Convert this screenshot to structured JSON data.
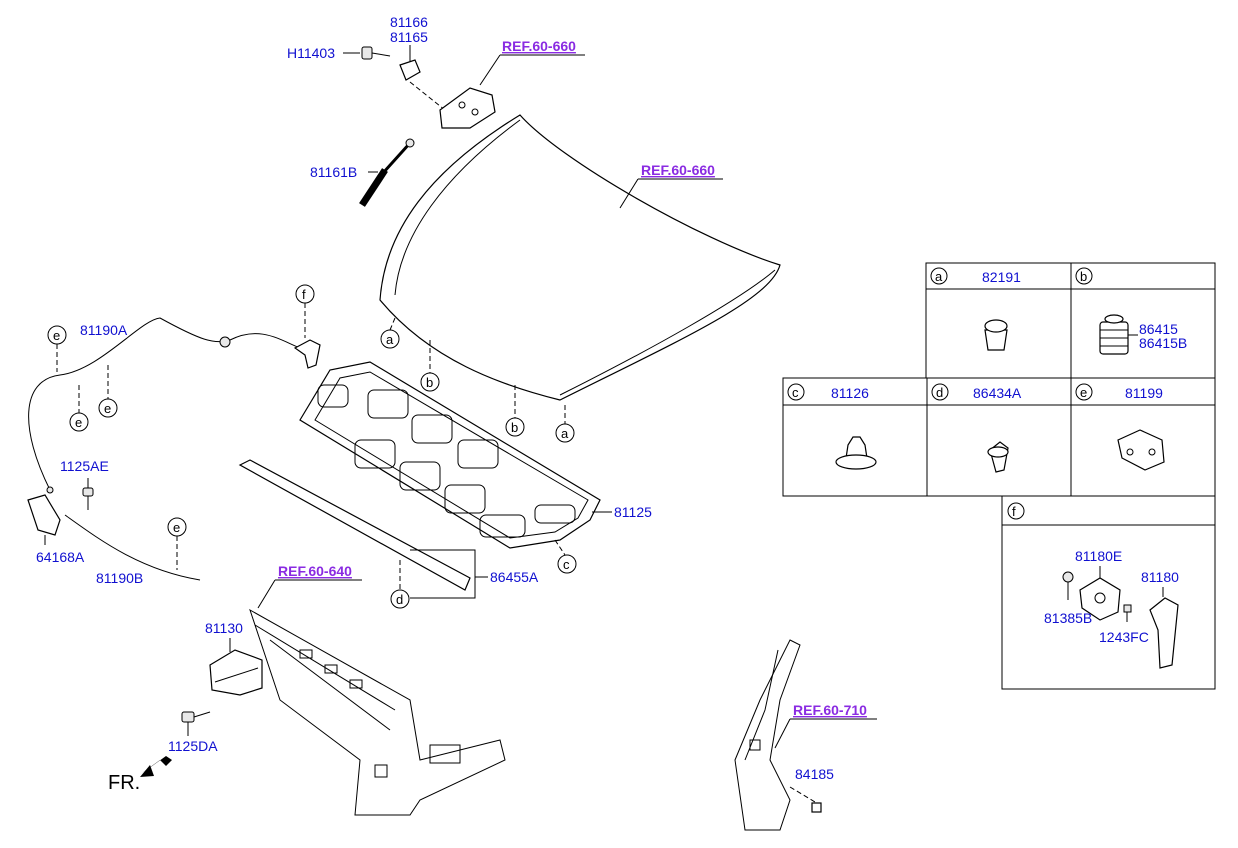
{
  "refs": {
    "hinge_top": "REF.60-660",
    "hood": "REF.60-660",
    "radiator": "REF.60-640",
    "pillar": "REF.60-710"
  },
  "parts": {
    "p81166": "81166",
    "p81165": "81165",
    "pH11403": "H11403",
    "p81161B": "81161B",
    "p81190A": "81190A",
    "p1125AE": "1125AE",
    "p64168A": "64168A",
    "p81190B": "81190B",
    "p81125": "81125",
    "p86455A": "86455A",
    "p81130": "81130",
    "p1125DA": "1125DA",
    "p84185": "84185"
  },
  "callouts": {
    "a": "a",
    "b": "b",
    "c": "c",
    "d": "d",
    "e": "e",
    "f": "f"
  },
  "front_label": "FR.",
  "table": {
    "a_letter": "a",
    "a_part": "82191",
    "b_letter": "b",
    "b_part1": "86415",
    "b_part2": "86415B",
    "c_letter": "c",
    "c_part": "81126",
    "d_letter": "d",
    "d_part": "86434A",
    "e_letter": "e",
    "e_part": "81199",
    "f_letter": "f",
    "f_81180E": "81180E",
    "f_81180": "81180",
    "f_81385B": "81385B",
    "f_1243FC": "1243FC"
  }
}
